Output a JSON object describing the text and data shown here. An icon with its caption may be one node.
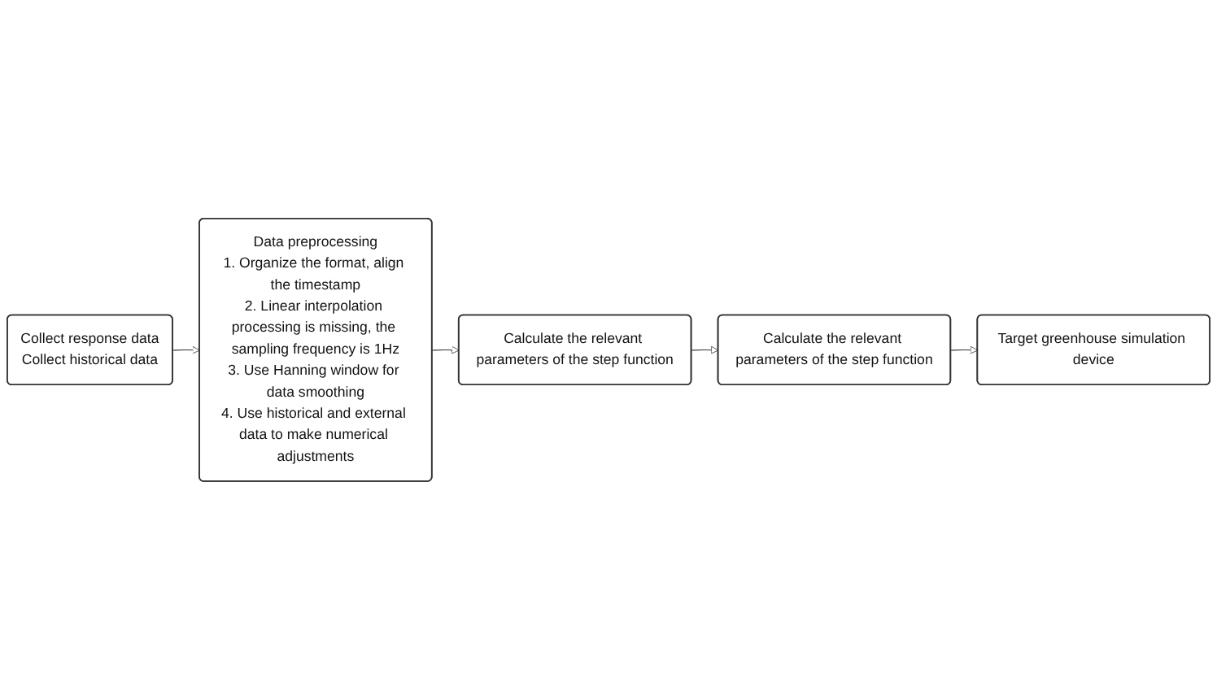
{
  "diagram": {
    "nodes": [
      {
        "text": [
          "Collect response data",
          "Collect historical data"
        ]
      },
      {
        "text": [
          "Data preprocessing",
          "1. Organize the format, align the timestamp",
          "2. Linear interpolation processing is missing, the sampling frequency is 1Hz",
          "3. Use Hanning window for data smoothing",
          "4. Use historical and external data to make numerical adjustments"
        ]
      },
      {
        "text": [
          "Calculate the relevant parameters of the step function"
        ]
      },
      {
        "text": [
          "Calculate the relevant parameters of the step function"
        ]
      },
      {
        "text": [
          "Target greenhouse simulation device"
        ]
      }
    ],
    "edges": [
      {
        "from": 0,
        "to": 1,
        "arrow": "to"
      },
      {
        "from": 1,
        "to": 2,
        "arrow": "to"
      },
      {
        "from": 2,
        "to": 3,
        "arrow": "to"
      },
      {
        "from": 3,
        "to": 4,
        "arrow": "to"
      }
    ]
  }
}
